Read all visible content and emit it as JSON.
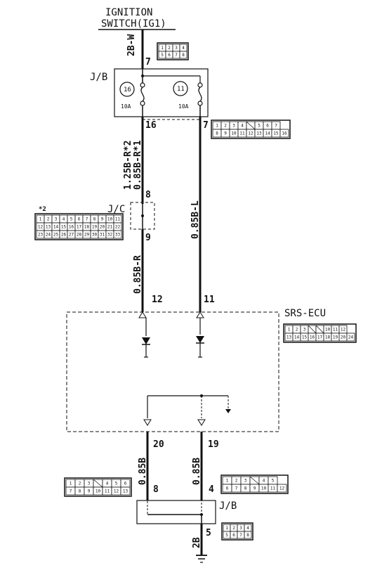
{
  "ignition_switch": {
    "line1": "IGNITION",
    "line2": "SWITCH(IG1)"
  },
  "top_wire": {
    "label": "2B-W",
    "pin": "7"
  },
  "jb_top": {
    "title": "J/B",
    "fuse_left": {
      "number": "16",
      "rating": "10A",
      "out_pin": "16"
    },
    "fuse_right": {
      "number": "11",
      "rating": "10A",
      "out_pin": "7"
    }
  },
  "left_wire_upper": {
    "line1": "0.85B-R*1",
    "line2": "1.25B-R*2"
  },
  "right_wire_upper": {
    "label": "0.85B-L"
  },
  "jc": {
    "title": "J/C",
    "pin_in": "8",
    "pin_out": "9",
    "note": "*2"
  },
  "left_wire_lower": {
    "label": "0.85B-R"
  },
  "srs_ecu": {
    "title": "SRS-ECU",
    "pin_left_in": "12",
    "pin_right_in": "11",
    "pin_left_out": "20",
    "pin_right_out": "19"
  },
  "ground_wires": {
    "left": "0.85B",
    "right": "0.85B"
  },
  "jb_bottom": {
    "title": "J/B",
    "pin_left": "8",
    "pin_right": "4",
    "pin_out": "5",
    "out_wire": "2B"
  },
  "connectors": {
    "ign": {
      "rows": [
        [
          "1",
          "2",
          "3",
          "4"
        ],
        [
          "5",
          "6",
          "7",
          "8"
        ]
      ]
    },
    "jb_right": {
      "rows": [
        [
          "1",
          "2",
          "3",
          "4",
          "",
          "5",
          "6",
          "7"
        ],
        [
          "8",
          "9",
          "10",
          "11",
          "12",
          "13",
          "14",
          "15",
          "16"
        ]
      ]
    },
    "jc": {
      "rows": [
        [
          "1",
          "2",
          "3",
          "4",
          "5",
          "6",
          "7",
          "8",
          "9",
          "10",
          "11"
        ],
        [
          "12",
          "13",
          "14",
          "15",
          "16",
          "17",
          "18",
          "19",
          "20",
          "21",
          "22"
        ],
        [
          "23",
          "24",
          "25",
          "26",
          "27",
          "28",
          "29",
          "30",
          "31",
          "32",
          "33"
        ]
      ]
    },
    "srs": {
      "rows": [
        [
          "1",
          "2",
          "3",
          "",
          "",
          "10",
          "11",
          "12"
        ],
        [
          "13",
          "14",
          "15",
          "16",
          "17",
          "18",
          "19",
          "20",
          "24"
        ]
      ]
    },
    "jbb_left": {
      "rows": [
        [
          "1",
          "2",
          "3",
          "",
          "4",
          "5",
          "6"
        ],
        [
          "7",
          "8",
          "9",
          "10",
          "11",
          "12",
          "13"
        ]
      ]
    },
    "jbb_right": {
      "rows": [
        [
          "1",
          "2",
          "3",
          "",
          "4",
          "5"
        ],
        [
          "6",
          "7",
          "8",
          "9",
          "10",
          "11",
          "12"
        ]
      ]
    },
    "gnd": {
      "rows": [
        [
          "1",
          "2",
          "3",
          "4"
        ],
        [
          "5",
          "6",
          "7",
          "8"
        ]
      ]
    }
  }
}
